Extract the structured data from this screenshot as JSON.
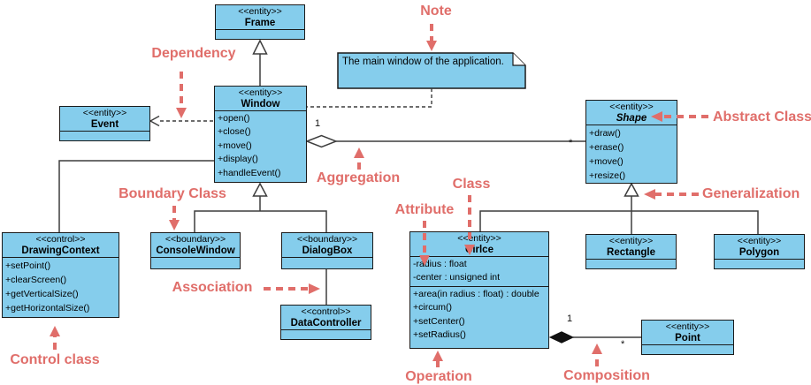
{
  "diagram": {
    "classes": {
      "frame": {
        "stereotype": "<<entity>>",
        "name": "Frame"
      },
      "window": {
        "stereotype": "<<entity>>",
        "name": "Window",
        "methods": [
          "+open()",
          "+close()",
          "+move()",
          "+display()",
          "+handleEvent()"
        ]
      },
      "event": {
        "stereotype": "<<entity>>",
        "name": "Event"
      },
      "shape": {
        "stereotype": "<<entity>>",
        "name": "Shape",
        "methods": [
          "+draw()",
          "+erase()",
          "+move()",
          "+resize()"
        ]
      },
      "drawing_context": {
        "stereotype": "<<control>>",
        "name": "DrawingContext",
        "methods": [
          "+setPoint()",
          "+clearScreen()",
          "+getVerticalSize()",
          "+getHorizontalSize()"
        ]
      },
      "console_window": {
        "stereotype": "<<boundary>>",
        "name": "ConsoleWindow"
      },
      "dialog_box": {
        "stereotype": "<<boundary>>",
        "name": "DialogBox"
      },
      "data_controller": {
        "stereotype": "<<control>>",
        "name": "DataController"
      },
      "circle": {
        "stereotype": "<<entity>>",
        "name": "Cirlce",
        "attributes": [
          "-radius : float",
          "-center : unsigned int"
        ],
        "methods": [
          "+area(in radius : float) : double",
          "+circum()",
          "+setCenter()",
          "+setRadius()"
        ]
      },
      "rectangle": {
        "stereotype": "<<entity>>",
        "name": "Rectangle"
      },
      "polygon": {
        "stereotype": "<<entity>>",
        "name": "Polygon"
      },
      "point": {
        "stereotype": "<<entity>>",
        "name": "Point"
      }
    },
    "note": {
      "text": "The main window of the application."
    },
    "relations": {
      "aggregation": {
        "window_end": "1",
        "shape_end": "*"
      },
      "composition": {
        "circle_end": "1",
        "point_end": "*"
      }
    },
    "labels": {
      "note": "Note",
      "dependency": "Dependency",
      "abstract_class": "Abstract Class",
      "aggregation": "Aggregation",
      "boundary_class": "Boundary Class",
      "class_label": "Class",
      "attribute": "Attribute",
      "generalization": "Generalization",
      "association": "Association",
      "control_class": "Control class",
      "operation": "Operation",
      "composition": "Composition"
    },
    "colors": {
      "class_fill": "#85CDEC",
      "class_border": "#1a1a1a",
      "annotation": "#E06E6A",
      "connector": "#3d3d3d"
    }
  }
}
